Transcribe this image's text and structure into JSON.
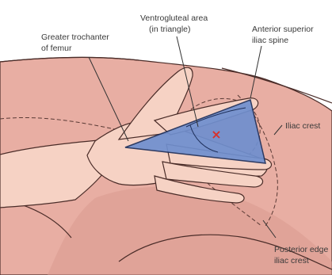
{
  "labels": {
    "ventrogluteal_line1": "Ventrogluteal area",
    "ventrogluteal_line2": "(in triangle)",
    "trochanter_line1": "Greater trochanter",
    "trochanter_line2": "of femur",
    "asis_line1": "Anterior superior",
    "asis_line2": "iliac spine",
    "iliac_crest": "Iliac crest",
    "posterior_line1": "Posterior edge",
    "posterior_line2": "iliac crest"
  },
  "marker": "×",
  "colors": {
    "background": "#ffffff",
    "skin": "#e8aea3",
    "skin_dark": "#d99b8f",
    "hand": "#f6d2c4",
    "triangle": "#6f8fcf",
    "marker": "#d8312a",
    "outline": "#4a2c28",
    "text": "#3a3a3a"
  },
  "icons": {
    "hand": "hand-icon",
    "triangle": "ventrogluteal-triangle",
    "marker": "injection-site-x"
  }
}
